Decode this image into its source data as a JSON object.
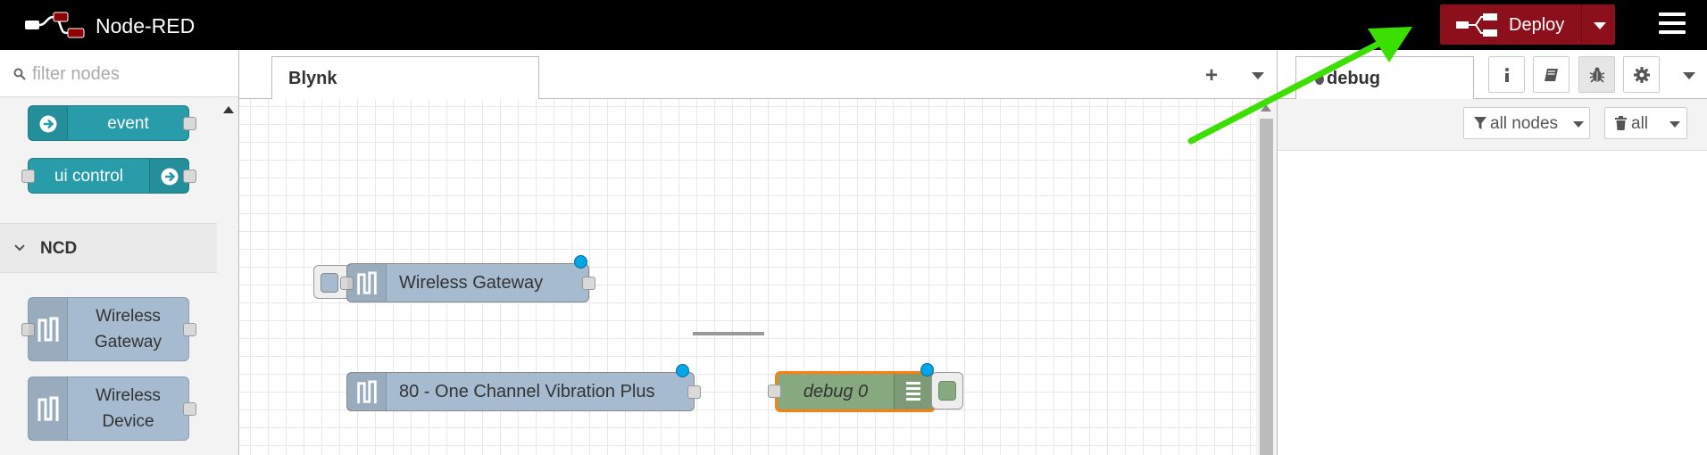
{
  "header": {
    "app_title": "Node-RED",
    "deploy_label": "Deploy",
    "deploy_color": "#8c101c"
  },
  "palette": {
    "filter_placeholder": "filter nodes",
    "nodes_top": [
      {
        "label": "event",
        "color": "#289ca8",
        "icon": "arrow-right-circle-icon"
      },
      {
        "label": "ui control",
        "color": "#289ca8",
        "icon": "arrow-right-circle-icon"
      }
    ],
    "category": "NCD",
    "nodes_ncd": [
      {
        "line1": "Wireless",
        "line2": "Gateway",
        "color": "#a6bbcf",
        "icon": "wireless-wave-icon"
      },
      {
        "line1": "Wireless",
        "line2": "Device",
        "color": "#a6bbcf",
        "icon": "wireless-wave-icon"
      }
    ]
  },
  "workspace": {
    "tab_label": "Blynk",
    "add_tab": "+",
    "nodes": [
      {
        "label": "Wireless Gateway",
        "color": "#a6bbcf"
      },
      {
        "label": "80 - One Channel Vibration Plus",
        "color": "#a6bbcf"
      },
      {
        "label": "debug 0",
        "color": "#87a980",
        "selected_border": "#ff7f0e"
      }
    ]
  },
  "sidebar": {
    "active_tab": "debug",
    "filter_button": "all nodes",
    "clear_button": "all"
  }
}
